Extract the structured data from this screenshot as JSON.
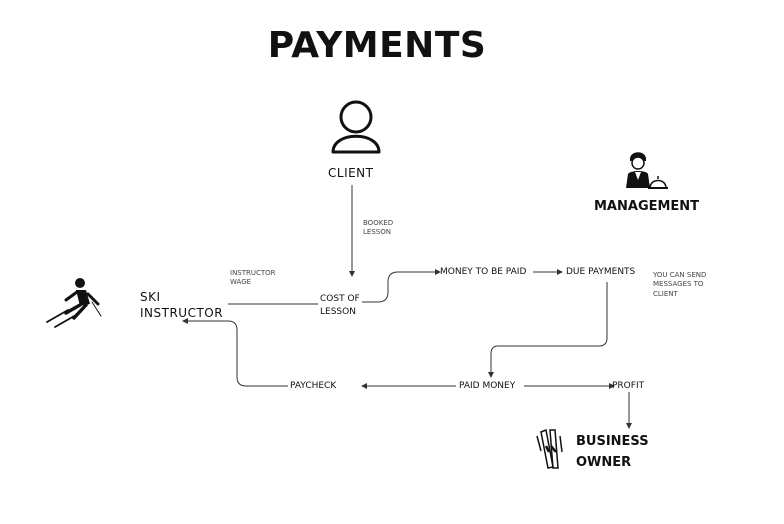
{
  "title": "PAYMENTS",
  "nodes": {
    "client": "CLIENT",
    "management": "MANAGEMENT",
    "ski_instructor": [
      "SKI",
      "INSTRUCTOR"
    ],
    "cost_of_lesson": [
      "COST OF",
      "LESSON"
    ],
    "money_to_be_paid": "MONEY TO BE PAID",
    "due_payments": "DUE PAYMENTS",
    "paycheck": "PAYCHECK",
    "paid_money": "PAID MONEY",
    "profit": "PROFIT",
    "business_owner": [
      "BUSINESS",
      "OWNER"
    ]
  },
  "notes": {
    "booked_lesson": [
      "BOOKED",
      "LESSON"
    ],
    "instructor_wage": [
      "INSTRUCTOR",
      "WAGE"
    ],
    "messages": [
      "YOU CAN SEND",
      "MESSAGES TO",
      "CLIENT"
    ]
  },
  "icons": [
    "person-outline-icon",
    "concierge-icon",
    "skier-icon",
    "skis-icon"
  ],
  "colors": {
    "line": "#333333",
    "text": "#111111"
  }
}
